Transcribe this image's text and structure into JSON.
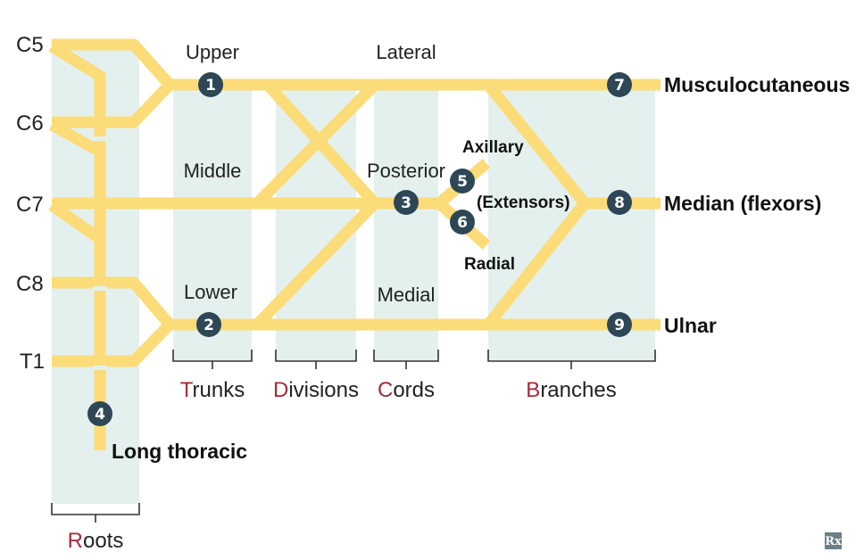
{
  "roots": [
    "C5",
    "C6",
    "C7",
    "C8",
    "T1"
  ],
  "trunks": {
    "upper": "Upper",
    "middle": "Middle",
    "lower": "Lower"
  },
  "cords": {
    "lateral": "Lateral",
    "posterior": "Posterior",
    "medial": "Medial"
  },
  "branches": {
    "musculocutaneous": "Musculocutaneous",
    "axillary": "Axillary",
    "extensors": "(Extensors)",
    "radial": "Radial",
    "median": "Median (flexors)",
    "ulnar": "Ulnar",
    "long_thoracic": "Long thoracic"
  },
  "badges": [
    "1",
    "2",
    "3",
    "4",
    "5",
    "6",
    "7",
    "8",
    "9"
  ],
  "categories": [
    {
      "initial": "R",
      "rest": "oots"
    },
    {
      "initial": "T",
      "rest": "runks"
    },
    {
      "initial": "D",
      "rest": "ivisions"
    },
    {
      "initial": "C",
      "rest": "ords"
    },
    {
      "initial": "B",
      "rest": "ranches"
    }
  ],
  "logo": "Rx",
  "colors": {
    "nerve": "#fbdc78",
    "band": "#e3f0ed",
    "badge": "#2e4756",
    "initial": "#a52a3a"
  }
}
